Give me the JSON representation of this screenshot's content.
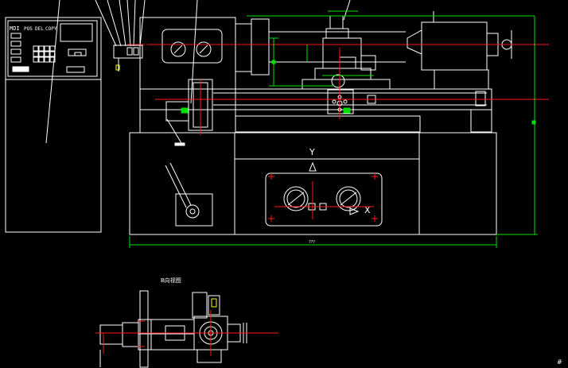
{
  "panel": {
    "logo": "MDI",
    "buttons": [
      "POS",
      "DEL",
      "COPY"
    ]
  },
  "axes": {
    "y": "Y",
    "x": "X"
  },
  "dimension_text": "???",
  "view_b_title": "B向视图",
  "corner_mark": "#",
  "colors": {
    "background": "#000000",
    "line": "#ffffff",
    "centerline": "#ff1a1a",
    "dimension": "#00e000",
    "marker": "#ffff00"
  }
}
